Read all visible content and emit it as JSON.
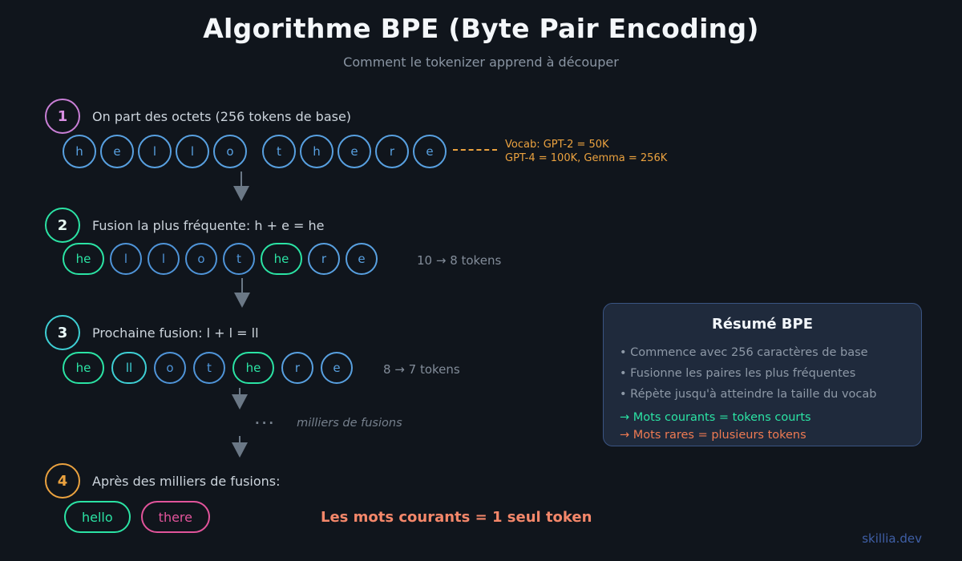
{
  "colors": {
    "background": "#10151c",
    "token_blue": "#58a0e0",
    "token_blue_soft": "#4f94d8",
    "token_green": "#2be3a4",
    "token_teal": "#3ecfd4",
    "badge_pink": "#c97fd6",
    "badge_green": "#2be3a4",
    "badge_teal": "#3ecfd4",
    "badge_orange": "#eba23f",
    "pill_magenta": "#e2549b",
    "annotation_orange": "#eba23f",
    "conclusion_coral": "#f4876a",
    "note_rare_coral": "#ef7a52",
    "arrow_gray": "#6b7886",
    "box_bg": "#1f2a3c",
    "box_border": "#3a5482",
    "brand_blue": "#3f5fa6"
  },
  "header": {
    "title": "Algorithme BPE (Byte Pair Encoding)",
    "subtitle": "Comment le tokenizer apprend à découper"
  },
  "steps": {
    "s1": {
      "number": "1",
      "label": "On part des octets (256 tokens de base)",
      "badge_color": "#c97fd6",
      "num_color": "#d98fe3",
      "tokens": [
        {
          "t": "h",
          "c": "#58a0e0"
        },
        {
          "t": "e",
          "c": "#58a0e0"
        },
        {
          "t": "l",
          "c": "#58a0e0"
        },
        {
          "t": "l",
          "c": "#58a0e0"
        },
        {
          "t": "o",
          "c": "#58a0e0"
        },
        {
          "t": "t",
          "c": "#58a0e0"
        },
        {
          "t": "h",
          "c": "#58a0e0"
        },
        {
          "t": "e",
          "c": "#58a0e0"
        },
        {
          "t": "r",
          "c": "#58a0e0"
        },
        {
          "t": "e",
          "c": "#58a0e0"
        }
      ],
      "annotation": {
        "line1": "Vocab: GPT-2 = 50K",
        "line2": "GPT-4 = 100K, Gemma = 256K"
      }
    },
    "s2": {
      "number": "2",
      "label": "Fusion la plus fréquente: h + e = he",
      "badge_color": "#2be3a4",
      "num_color": "#e6f9f1",
      "tokens": [
        {
          "t": "he",
          "c": "#2be3a4"
        },
        {
          "t": "l",
          "c": "#4f94d8"
        },
        {
          "t": "l",
          "c": "#4f94d8"
        },
        {
          "t": "o",
          "c": "#4f94d8"
        },
        {
          "t": "t",
          "c": "#4f94d8"
        },
        {
          "t": "he",
          "c": "#2be3a4"
        },
        {
          "t": "r",
          "c": "#58a0e0"
        },
        {
          "t": "e",
          "c": "#58a0e0"
        }
      ],
      "count": "10 → 8 tokens"
    },
    "s3": {
      "number": "3",
      "label": "Prochaine fusion: l + l = ll",
      "badge_color": "#3ecfd4",
      "num_color": "#eafafa",
      "tokens": [
        {
          "t": "he",
          "c": "#2be3a4"
        },
        {
          "t": "ll",
          "c": "#3ecfd4"
        },
        {
          "t": "o",
          "c": "#4f94d8"
        },
        {
          "t": "t",
          "c": "#4f94d8"
        },
        {
          "t": "he",
          "c": "#2be3a4"
        },
        {
          "t": "r",
          "c": "#58a0e0"
        },
        {
          "t": "e",
          "c": "#58a0e0"
        }
      ],
      "count": "8 → 7 tokens"
    },
    "s4": {
      "number": "4",
      "label": "Après des milliers de fusions:",
      "badge_color": "#eba23f",
      "num_color": "#eba23f",
      "tokens": [
        {
          "t": "hello",
          "c": "#2be3a4"
        },
        {
          "t": "there",
          "c": "#e2549b"
        }
      ],
      "conclusion": "Les mots courants = 1 seul token"
    }
  },
  "between": {
    "dots": "···",
    "label": "milliers de fusions"
  },
  "summary": {
    "title": "Résumé BPE",
    "bullets": [
      "• Commence avec 256 caractères de base",
      "• Fusionne les paires les plus fréquentes",
      "• Répète jusqu'à atteindre la taille du vocab"
    ],
    "note_common": "→ Mots courants = tokens courts",
    "note_rare": "→ Mots rares = plusieurs tokens"
  },
  "footer": {
    "brand": "skillia.dev"
  }
}
